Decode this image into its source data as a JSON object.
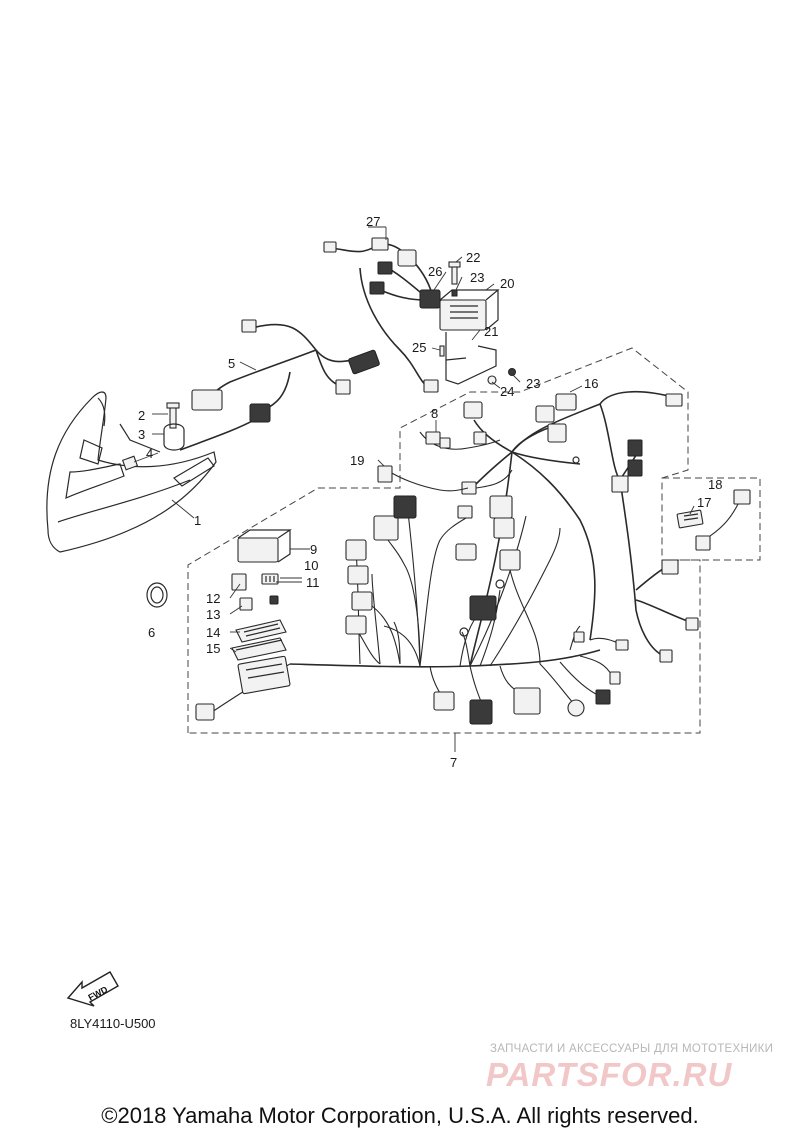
{
  "diagram": {
    "callouts": [
      {
        "id": "1",
        "label": "1"
      },
      {
        "id": "2",
        "label": "2"
      },
      {
        "id": "3",
        "label": "3"
      },
      {
        "id": "4",
        "label": "4"
      },
      {
        "id": "5",
        "label": "5"
      },
      {
        "id": "6",
        "label": "6"
      },
      {
        "id": "7",
        "label": "7"
      },
      {
        "id": "8",
        "label": "8"
      },
      {
        "id": "9",
        "label": "9"
      },
      {
        "id": "10",
        "label": "10"
      },
      {
        "id": "11",
        "label": "11"
      },
      {
        "id": "12",
        "label": "12"
      },
      {
        "id": "13",
        "label": "13"
      },
      {
        "id": "14",
        "label": "14"
      },
      {
        "id": "15",
        "label": "15"
      },
      {
        "id": "16",
        "label": "16"
      },
      {
        "id": "17",
        "label": "17"
      },
      {
        "id": "18",
        "label": "18"
      },
      {
        "id": "19",
        "label": "19"
      },
      {
        "id": "20",
        "label": "20"
      },
      {
        "id": "21",
        "label": "21"
      },
      {
        "id": "22",
        "label": "22"
      },
      {
        "id": "23a",
        "label": "23"
      },
      {
        "id": "23b",
        "label": "23"
      },
      {
        "id": "24",
        "label": "24"
      },
      {
        "id": "25",
        "label": "25"
      },
      {
        "id": "26",
        "label": "26"
      },
      {
        "id": "27",
        "label": "27"
      }
    ],
    "fwd_label": "FWD",
    "drawing_code": "8LY4110-U500"
  },
  "watermark": {
    "tagline": "ЗАПЧАСТИ И АКСЕССУАРЫ ДЛЯ МОТОТЕХНИКИ",
    "logo_text": "PARTSFOR.RU"
  },
  "footer": {
    "copyright": "©2018 Yamaha Motor Corporation, U.S.A. All rights reserved."
  }
}
